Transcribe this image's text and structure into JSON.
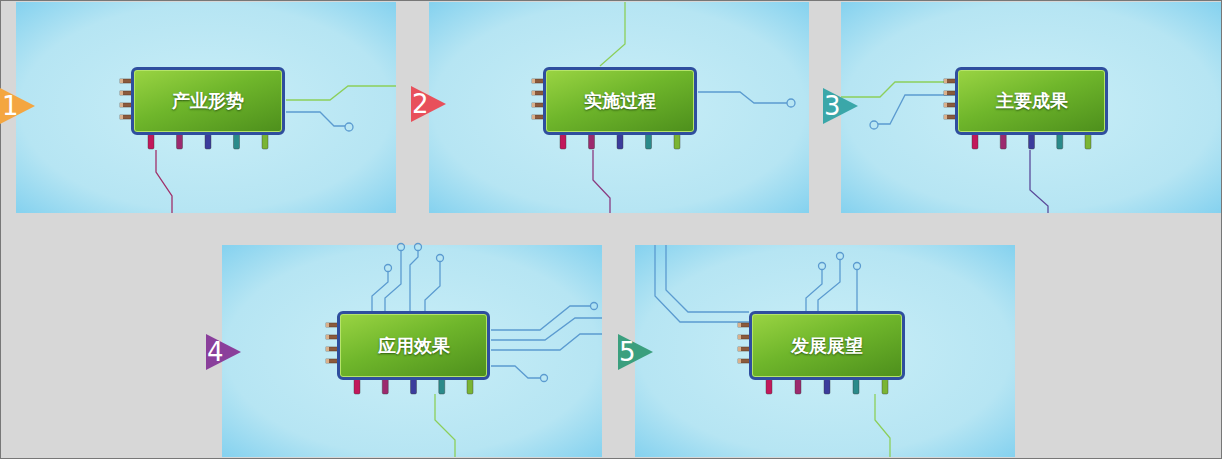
{
  "diagram": {
    "nodes": [
      {
        "text": [
          "产业形势"
        ]
      },
      {
        "text": [
          "实施过程"
        ]
      },
      {
        "text": [
          "主要成果"
        ]
      },
      {
        "text": [
          "应用效果"
        ]
      },
      {
        "text": [
          "发展展望"
        ]
      }
    ],
    "labels": [
      "1",
      "2",
      "3",
      "4",
      "5"
    ]
  }
}
